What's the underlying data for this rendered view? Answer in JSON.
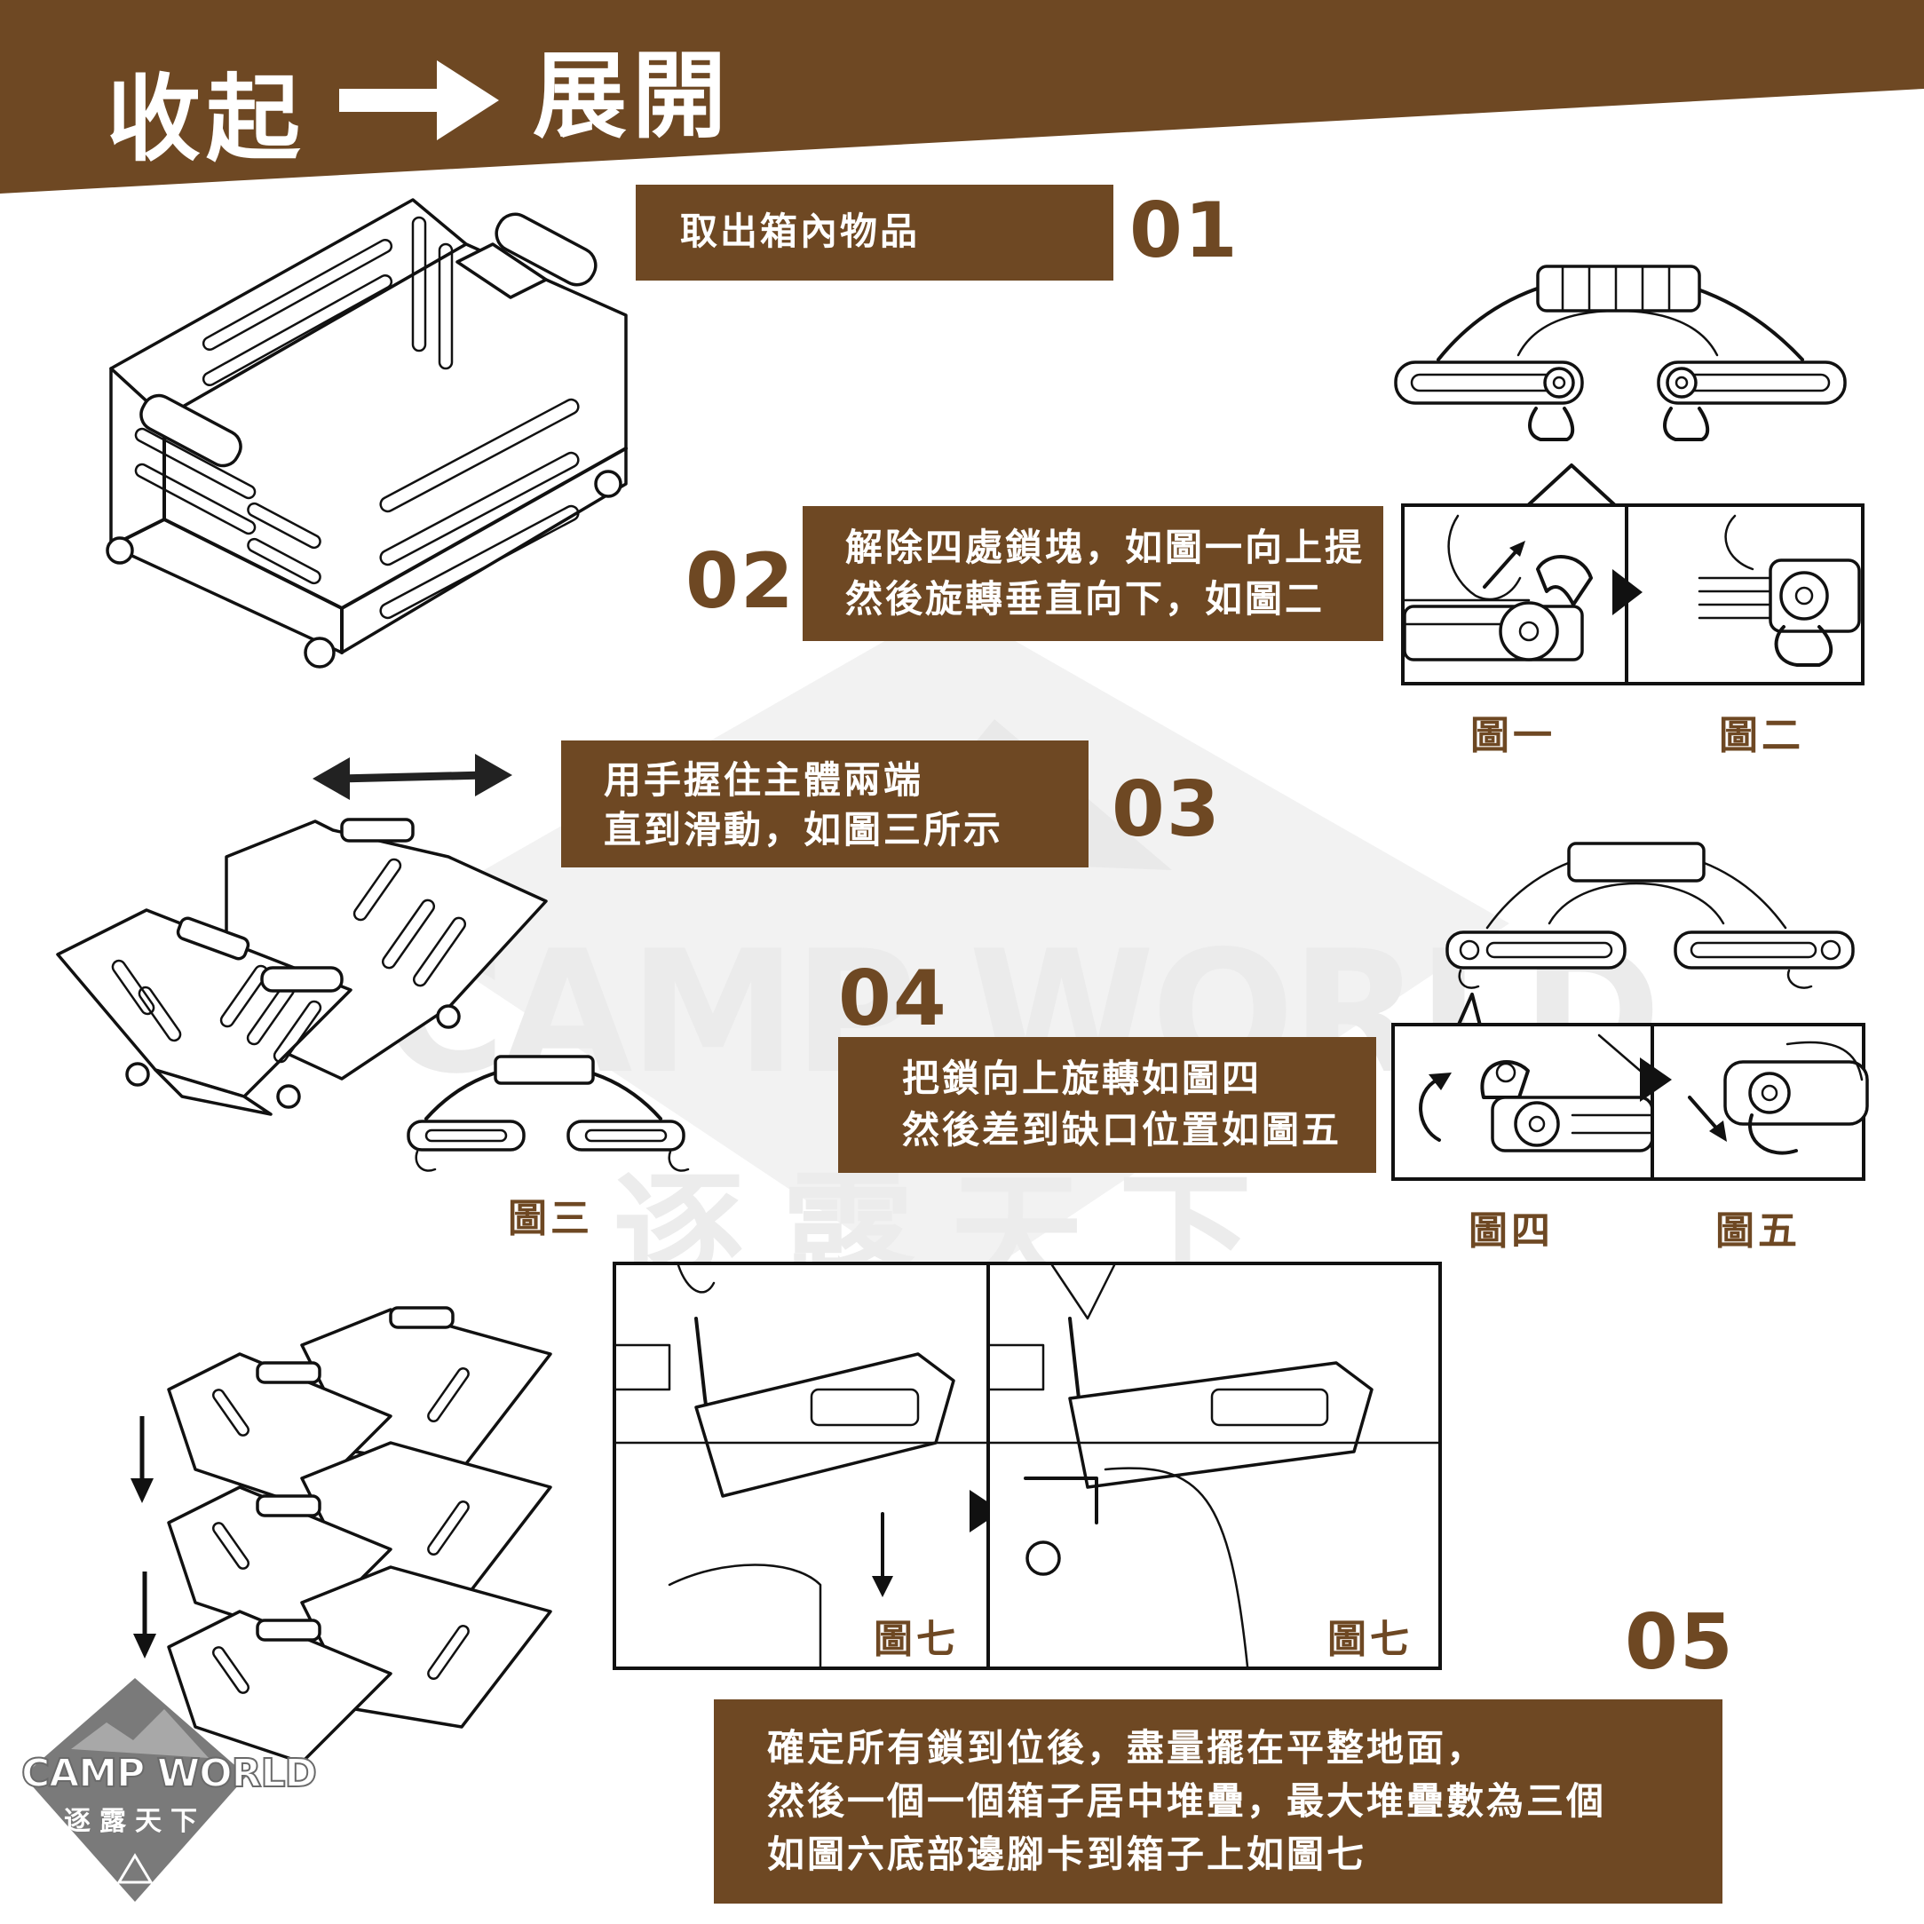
{
  "header": {
    "from": "收起",
    "to": "展開",
    "arrow": "right-arrow-icon",
    "color": "#6e4823"
  },
  "steps": [
    {
      "number": "01",
      "text": [
        "取出箱內物品"
      ]
    },
    {
      "number": "02",
      "text": [
        "解除四處鎖塊，如圖一向上提",
        "然後旋轉垂直向下，如圖二"
      ]
    },
    {
      "number": "03",
      "text": [
        "用手握住主體兩端",
        "直到滑動，如圖三所示"
      ]
    },
    {
      "number": "04",
      "text": [
        "把鎖向上旋轉如圖四",
        "然後差到缺口位置如圖五"
      ]
    },
    {
      "number": "05",
      "text": [
        "確定所有鎖到位後，盡量擺在平整地面，",
        "然後一個一個箱子居中堆疊，最大堆疊數為三個",
        "如圖六底部邊腳卡到箱子上如圖七"
      ]
    }
  ],
  "figures": {
    "fig1": "圖一",
    "fig2": "圖二",
    "fig3": "圖三",
    "fig4": "圖四",
    "fig5": "圖五",
    "fig7a": "圖七",
    "fig7b": "圖七"
  },
  "watermark": {
    "brand": "CAMP WORLD",
    "subtitle": "逐露天下"
  },
  "logo": {
    "brand": "CAMP WORLD",
    "subtitle": "逐露天下",
    "color": "#7a7a7a"
  }
}
